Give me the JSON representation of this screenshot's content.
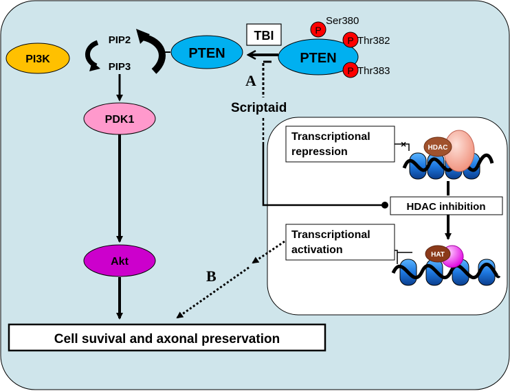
{
  "diagram": {
    "nodes": {
      "pi3k": "PI3K",
      "pip2": "PIP2",
      "pip3": "PIP3",
      "pten_left": "PTEN",
      "pten_right": "PTEN",
      "tbi": "TBI",
      "pdk1": "PDK1",
      "akt": "Akt",
      "scriptaid": "Scriptaid",
      "phospho_label": "P",
      "ser380": "Ser380",
      "thr382": "Thr382",
      "thr383": "Thr383",
      "transcriptional_repression": [
        "Transcriptional",
        "repression"
      ],
      "hdac": "HDAC",
      "hdac_inhibition": "HDAC inhibition",
      "transcriptional_activation": [
        "Transcriptional",
        "activation"
      ],
      "hat": "HAT",
      "cell_survival": "Cell suvival and axonal preservation"
    },
    "pathway_labels": {
      "a": "A",
      "b": "B"
    },
    "colors": {
      "cell_background": "#cfe5eb",
      "pten": "#00b0f0",
      "pi3k": "#ffc000",
      "pdk1": "#ff99cc",
      "akt": "#cc00cc",
      "phospho": "#ff0000",
      "hdac": "#f4a48c",
      "hat_magenta": "#ff00ff",
      "hat_brown": "#8b3a1a",
      "nucleosome": "#1e90ff"
    }
  }
}
